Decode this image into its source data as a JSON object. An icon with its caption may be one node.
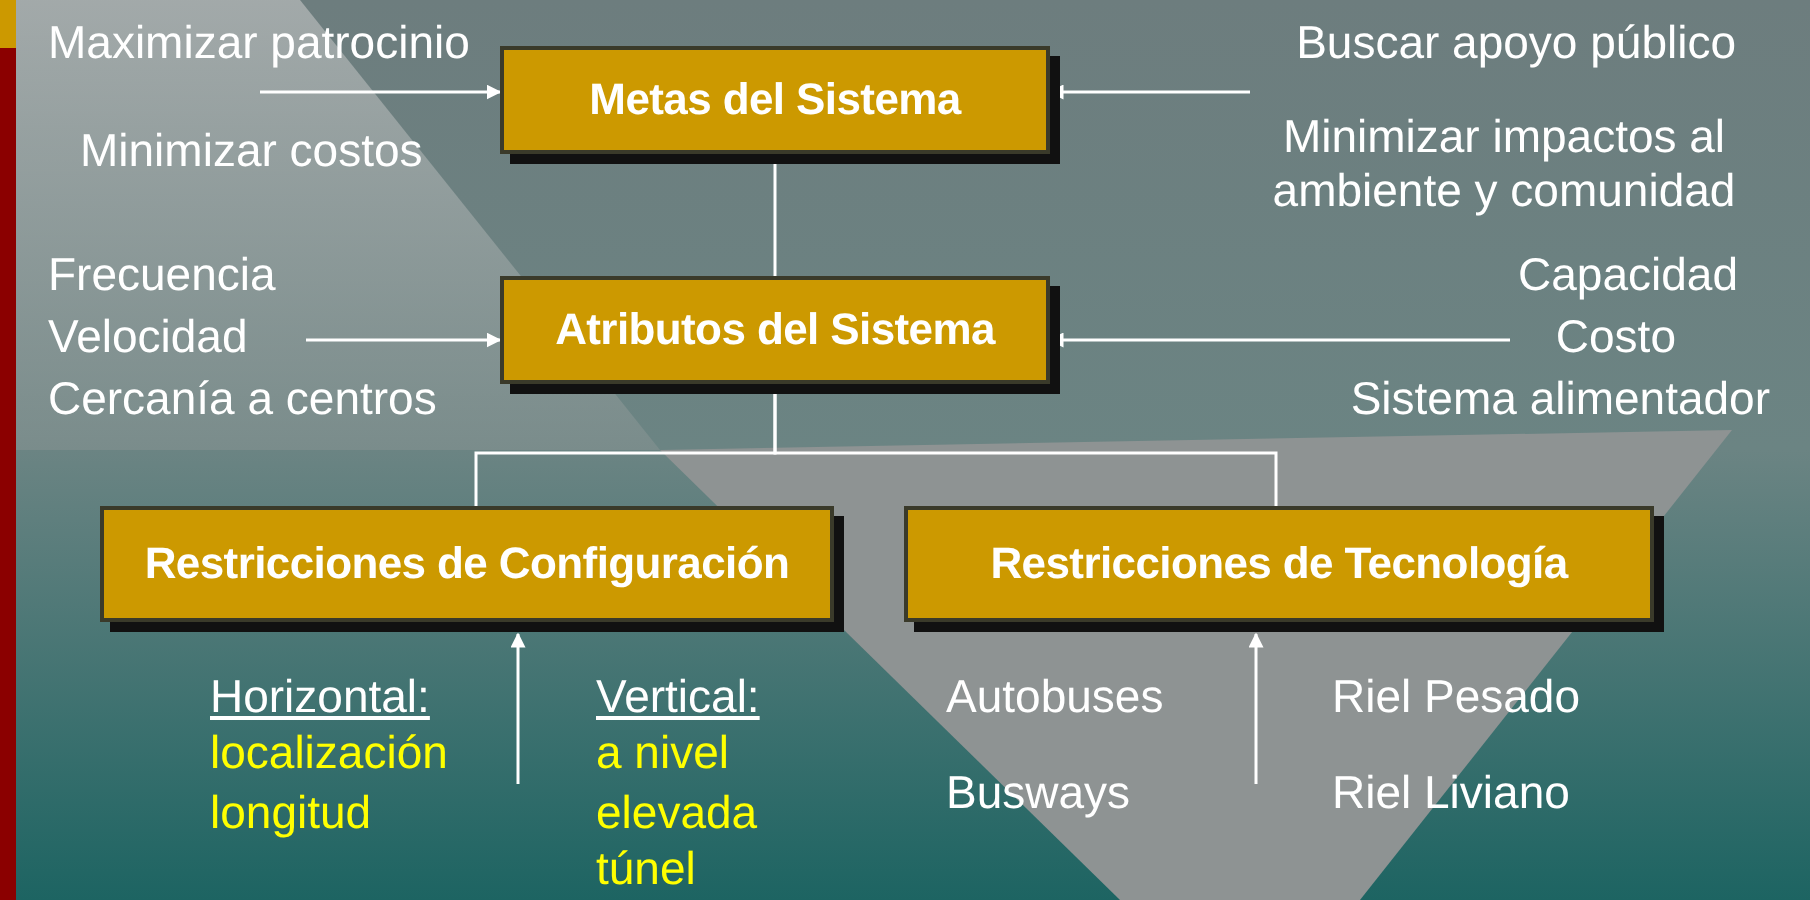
{
  "diagram": {
    "nodes": [
      {
        "text": [
          "Metas del Sistema"
        ]
      },
      {
        "text": [
          "Atributos del Sistema"
        ]
      },
      {
        "text": [
          "Restricciones de Configuración"
        ]
      },
      {
        "text": [
          "Restricciones de Tecnología"
        ]
      }
    ],
    "edges": [
      {
        "from": 0,
        "to": 1,
        "arrow": "none"
      },
      {
        "from": 1,
        "to": 2,
        "arrow": "none"
      },
      {
        "from": 1,
        "to": 3,
        "arrow": "none"
      },
      {
        "from": null,
        "to": 0,
        "arrow": "to"
      },
      {
        "from": null,
        "to": 0,
        "arrow": "to"
      },
      {
        "from": null,
        "to": 1,
        "arrow": "to"
      },
      {
        "from": null,
        "to": 1,
        "arrow": "to"
      },
      {
        "from": null,
        "to": 2,
        "arrow": "to"
      },
      {
        "from": null,
        "to": 3,
        "arrow": "to"
      }
    ],
    "labels": [
      "Maximizar patrocinio",
      "Buscar apoyo público",
      "Minimizar costos",
      "Minimizar impactos al ambiente y comunidad",
      "Frecuencia",
      "Velocidad",
      "Cercanía a centros",
      "Capacidad",
      "Costo",
      "Sistema alimentador",
      "Horizontal:",
      "localización",
      "longitud",
      "Vertical:",
      "a nivel",
      "elevada",
      "túnel",
      "Autobuses",
      "Riel Pesado",
      "Busways",
      "Riel Liviano"
    ]
  }
}
